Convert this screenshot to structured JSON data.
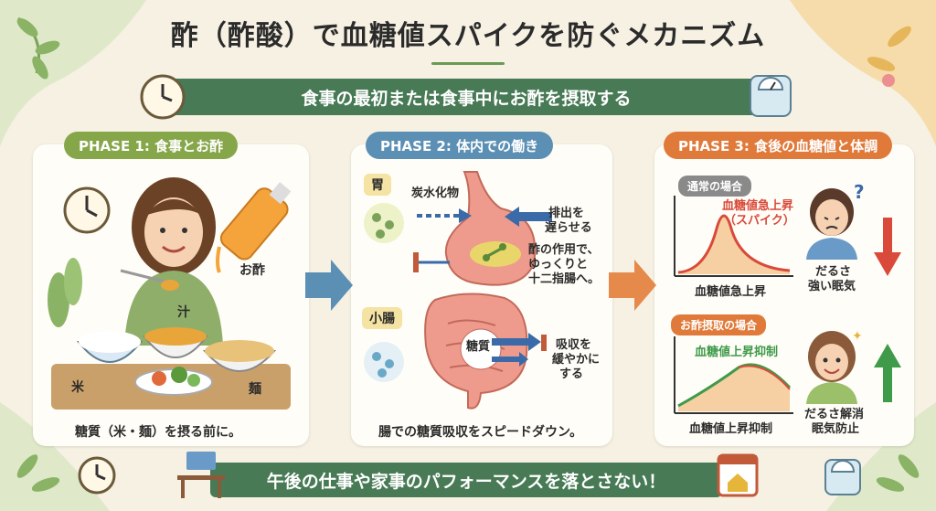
{
  "title": "酢（酢酸）で血糖値スパイクを防ぐメカニズム",
  "top_banner": "食事の最初または食事中にお酢を摂取する",
  "bottom_banner": "午後の仕事や家事のパフォーマンスを落とさない！",
  "phases": [
    {
      "label": "PHASE 1: 食事とお酢",
      "vinegar_label": "お酢",
      "soup_label": "汁",
      "rice_label": "米",
      "noodle_label": "麺",
      "caption": "糖質（米・麺）を摂る前に。"
    },
    {
      "label": "PHASE 2: 体内での働き",
      "stomach_tag": "胃",
      "carb_label": "炭水化物",
      "delay_label_1": "排出を",
      "delay_label_2": "遅らせる",
      "vinegar_effect_1": "酢の作用で、",
      "vinegar_effect_2": "ゆっくりと",
      "vinegar_effect_3": "十二指腸へ。",
      "intestine_tag": "小腸",
      "sugar_label": "糖質",
      "absorb_label_1": "吸収を",
      "absorb_label_2": "緩やかに",
      "absorb_label_3": "する",
      "caption": "腸での糖質吸収をスピードダウン。"
    },
    {
      "label": "PHASE 3: 食後の血糖値と体調",
      "normal_tag": "通常の場合",
      "spike_label_1": "血糖値急上昇",
      "spike_label_2": "（スパイク）",
      "normal_axis_label": "血糖値急上昇",
      "normal_effect_1": "だるさ",
      "normal_effect_2": "強い眠気",
      "vinegar_tag": "お酢摂取の場合",
      "suppress_label": "血糖値上昇抑制",
      "vinegar_axis_label": "血糖値上昇抑制",
      "vinegar_effect_1": "だるさ解消",
      "vinegar_effect_2": "眠気防止",
      "question_mark": "?"
    }
  ],
  "colors": {
    "green_dark": "#477a55",
    "phase1": "#86a64a",
    "phase2": "#5b8fb4",
    "phase3": "#e07a3a",
    "spike_red": "#d94a3a",
    "calm_green": "#3f9a4a"
  }
}
